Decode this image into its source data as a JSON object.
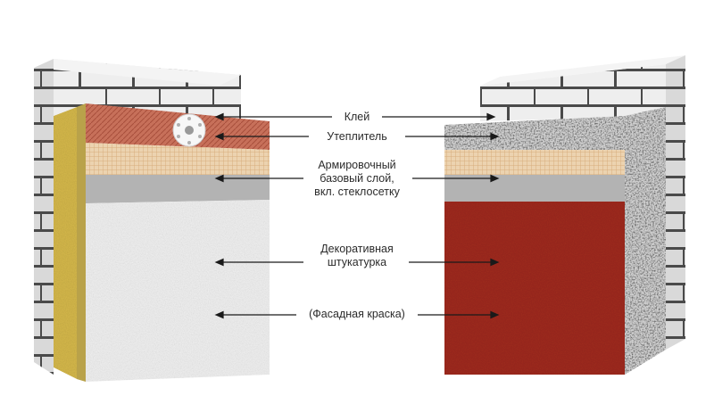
{
  "labels": {
    "glue": "Клей",
    "insulation": "Утеплитель",
    "reinforced_line1": "Армировочный",
    "reinforced_line2": "базовый слой,",
    "reinforced_line3": "вкл. стеклосетку",
    "decorative_line1": "Декоративная",
    "decorative_line2": "штукатурка",
    "facade_paint": "(Фасадная краска)"
  },
  "colors": {
    "brick": "#eeeeee",
    "mortar": "#4a4a4a",
    "mineral_wool": "#d4b74a",
    "eps_insulation": "#c8c8c8",
    "red_insulation": "#c7705a",
    "mesh": "#e6c9a2",
    "base_coat": "#b3b3b3",
    "white_plaster": "#f0f0f0",
    "red_plaster": "#9e2a1f"
  }
}
